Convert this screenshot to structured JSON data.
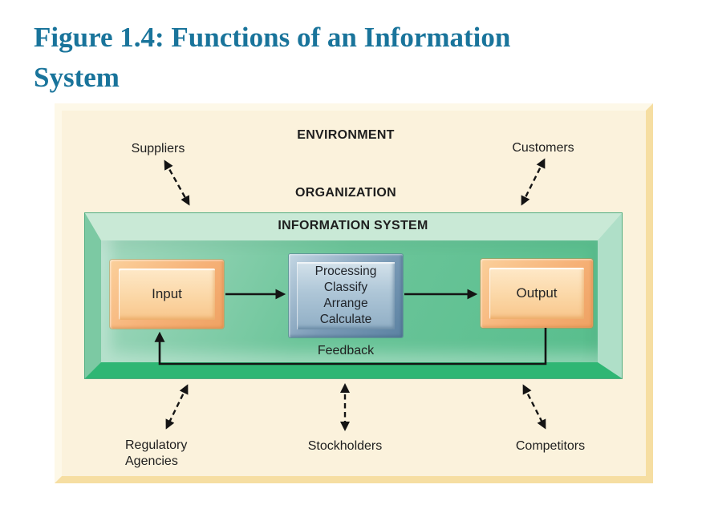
{
  "title": {
    "line1": "Figure 1.4: Functions of an Information",
    "line2": "System"
  },
  "diagram": {
    "environment_label": "ENVIRONMENT",
    "organization_label": "ORGANIZATION",
    "information_system_label": "INFORMATION SYSTEM",
    "entities": {
      "suppliers": "Suppliers",
      "customers": "Customers",
      "regulatory_agencies": "Regulatory\nAgencies",
      "stockholders": "Stockholders",
      "competitors": "Competitors"
    },
    "boxes": {
      "input": "Input",
      "processing": "Processing\nClassify\nArrange\nCalculate",
      "output": "Output"
    },
    "feedback_label": "Feedback",
    "colors": {
      "title_text": "#19749B",
      "panel_background": "#FBF2DC",
      "panel_edge": "#F6DEA2",
      "system_frame_light": "#C9E9D6",
      "system_frame_left": "#7CC9A3",
      "system_frame_right": "#AFDFC8",
      "system_frame_bottom": "#2FB674",
      "system_interior": "#66C396",
      "io_box_orange": "#F6B177",
      "io_box_inner": "#FBD7A6",
      "processing_box_blue": "#7A9AB6",
      "processing_box_inner": "#AEC6D7",
      "label_text": "#1E1E1E",
      "arrow": "#141414"
    }
  }
}
